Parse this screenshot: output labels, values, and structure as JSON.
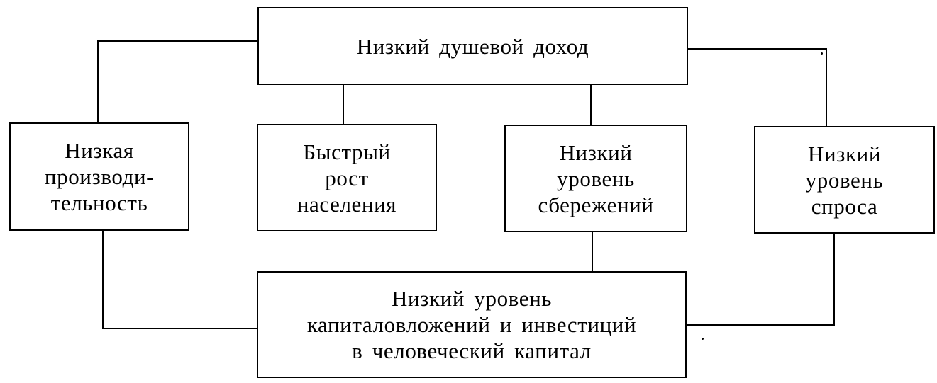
{
  "diagram": {
    "nodes": {
      "top": {
        "label": "Низкий  душевой  доход"
      },
      "productivity": {
        "label": "Низкая\nпроизводи-\nтельность"
      },
      "population": {
        "label": "Быстрый\nрост\nнаселения"
      },
      "savings": {
        "label": "Низкий\nуровень\nсбережений"
      },
      "demand": {
        "label": "Низкий\nуровень\nспроса"
      },
      "bottom": {
        "label": "Низкий  уровень\nкапиталовложений  и  инвестиций\nв  человеческий  капитал"
      }
    },
    "edges": [
      {
        "from": "top",
        "to": "productivity"
      },
      {
        "from": "top",
        "to": "population"
      },
      {
        "from": "top",
        "to": "savings"
      },
      {
        "from": "top",
        "to": "demand"
      },
      {
        "from": "productivity",
        "to": "bottom"
      },
      {
        "from": "savings",
        "to": "bottom"
      },
      {
        "from": "demand",
        "to": "bottom"
      }
    ]
  }
}
